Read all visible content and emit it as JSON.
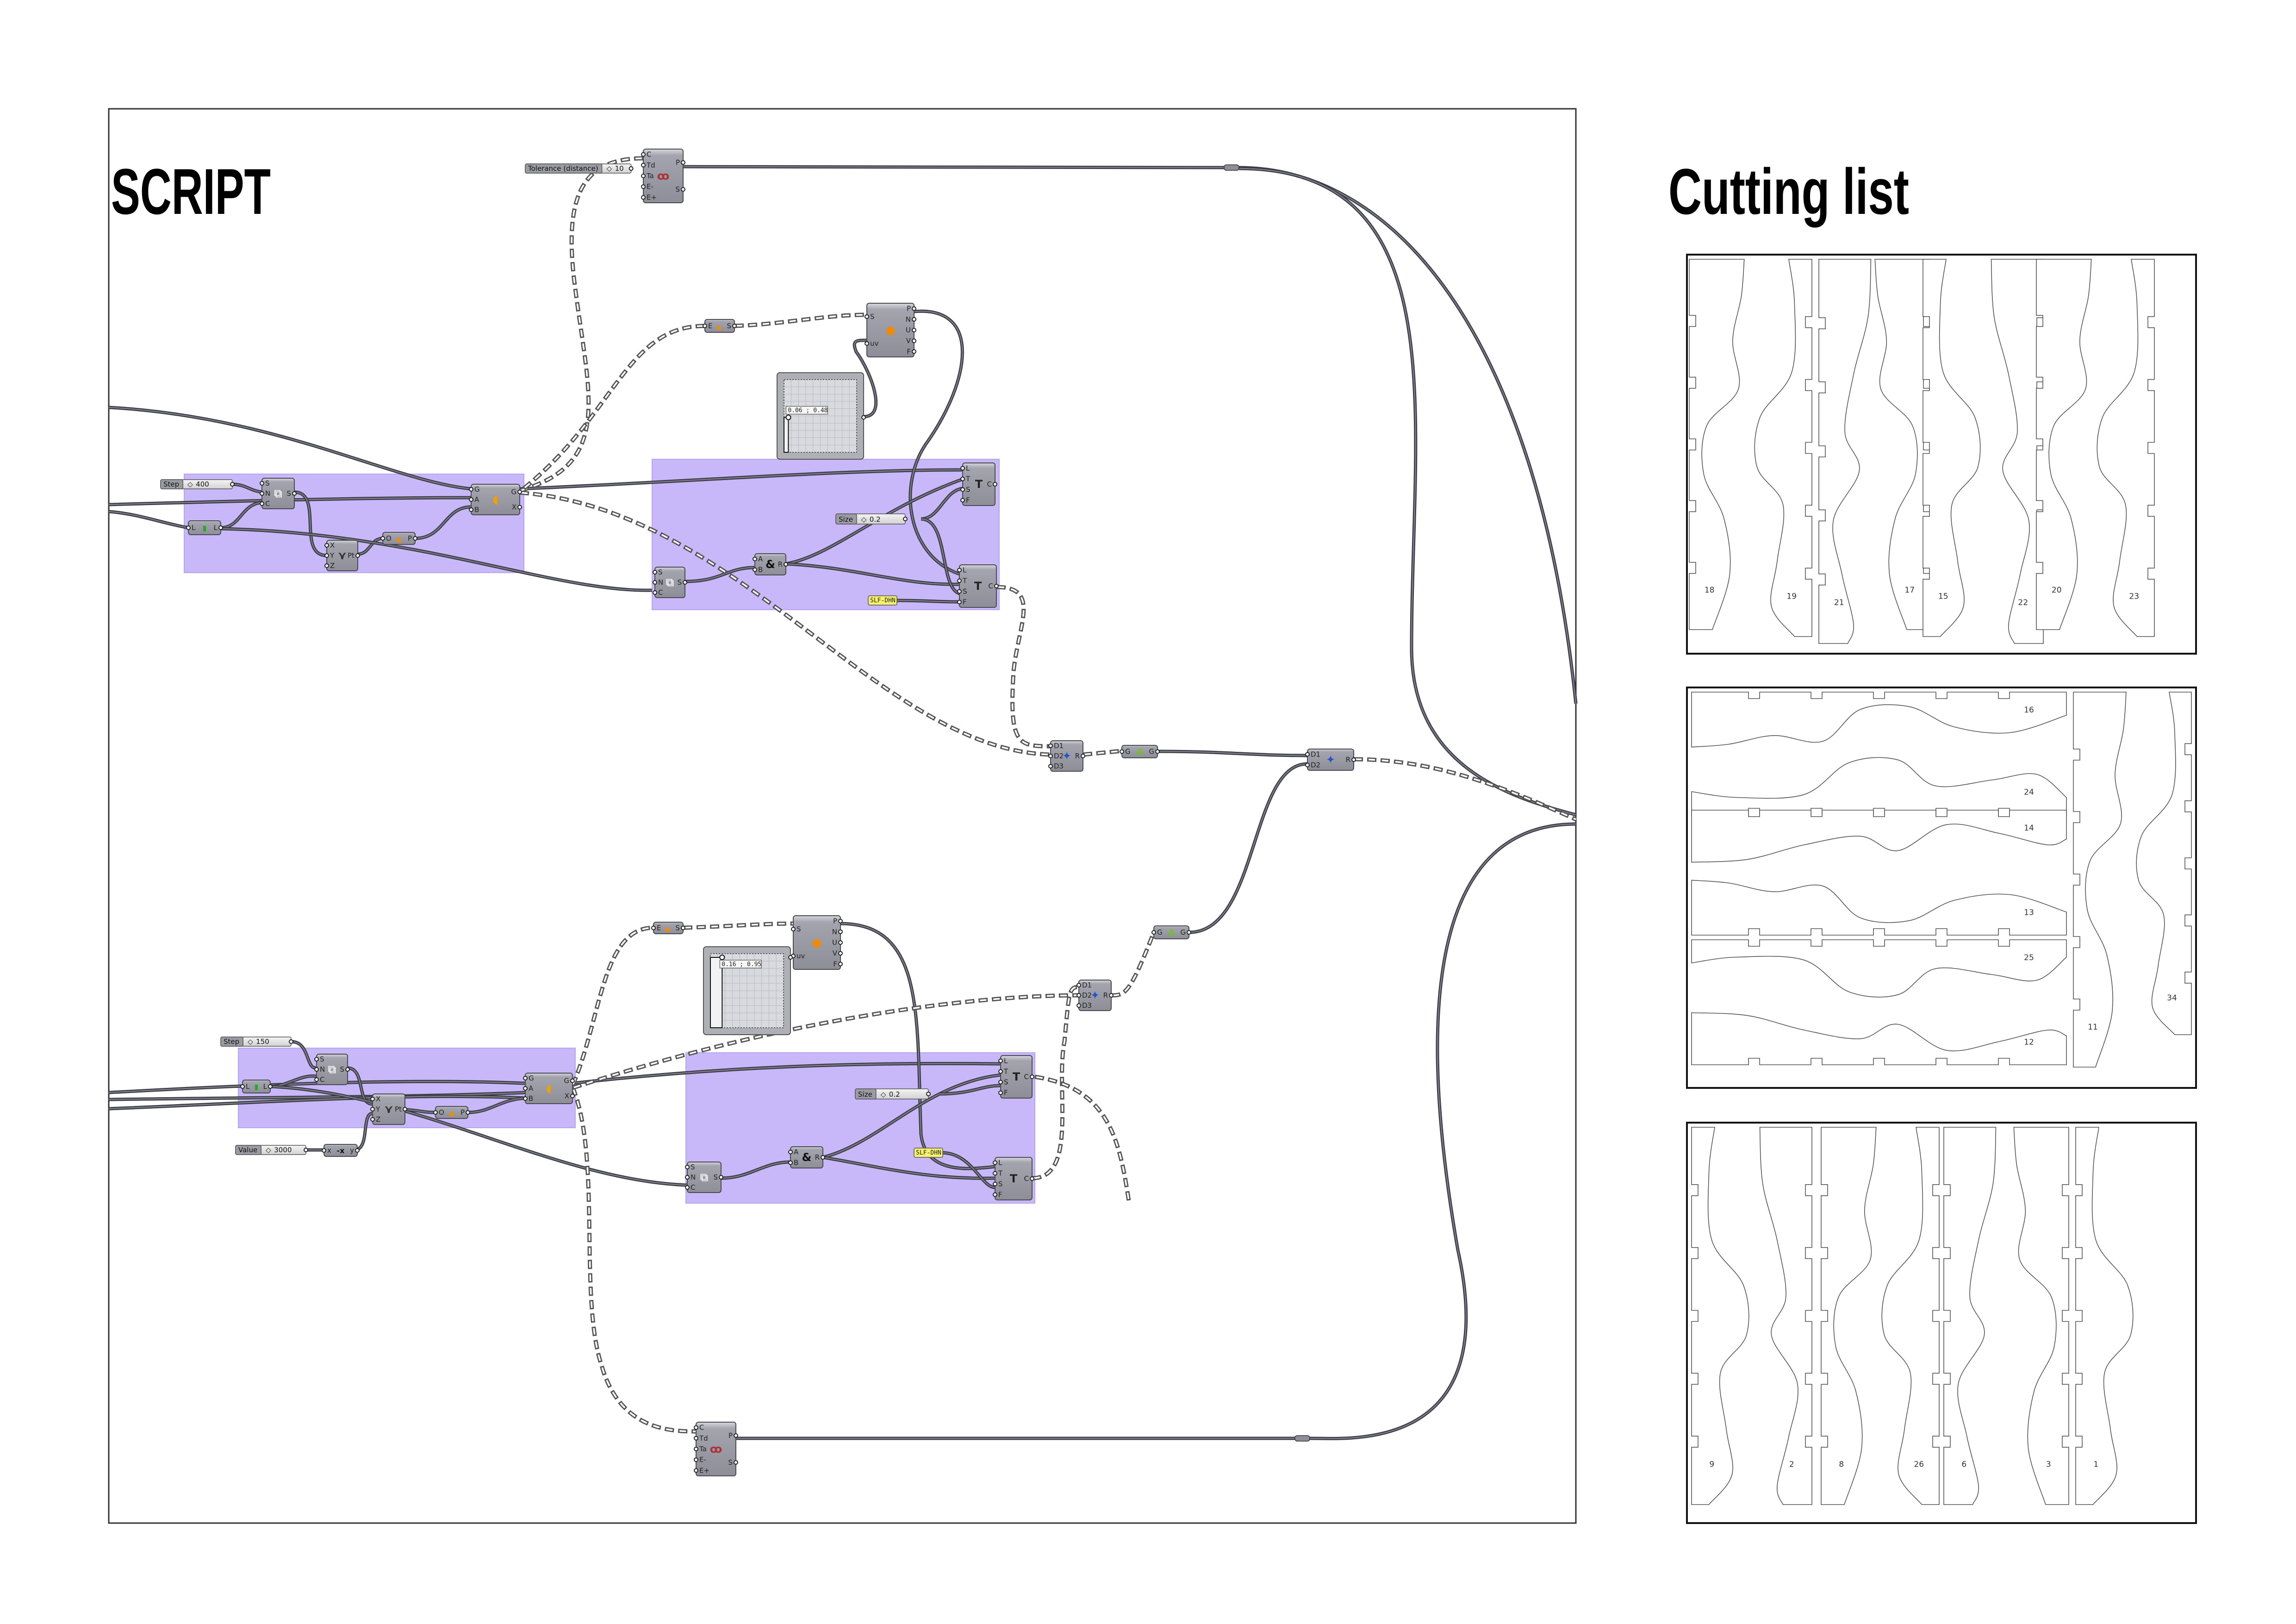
{
  "titles": {
    "script": "SCRIPT",
    "cutting_list": "Cutting list"
  },
  "colors": {
    "group": "#c8b8fa",
    "group_border": "#b7a6ee",
    "node": "#9c9ca6",
    "wire": "#555555",
    "panel": "#f7f26a"
  },
  "script": {
    "sliders": [
      {
        "id": "tol",
        "label": "Tolerance (distance)",
        "value": "10"
      },
      {
        "id": "step1",
        "label": "Step",
        "value": "400"
      },
      {
        "id": "size1",
        "label": "Size",
        "value": "0.2"
      },
      {
        "id": "step2",
        "label": "Step",
        "value": "150"
      },
      {
        "id": "value2",
        "label": "Value",
        "value": "3000"
      },
      {
        "id": "size2",
        "label": "Size",
        "value": "0.2"
      }
    ],
    "panels": [
      {
        "id": "panel1",
        "text": "SLF-DHN"
      },
      {
        "id": "panel2",
        "text": "SLF-DHN"
      }
    ],
    "md_sliders": [
      {
        "id": "md1",
        "readout": "0.06 ; 0.48",
        "u": 0.06,
        "v": 0.48
      },
      {
        "id": "md2",
        "readout": "0.16 ; 0.95",
        "u": 0.16,
        "v": 0.95
      }
    ],
    "nodes": [
      {
        "id": "curve_top",
        "icon": "curve-fit",
        "inputs": [
          "C",
          "Td",
          "Ta",
          "E-",
          "E+"
        ],
        "outputs": [
          "P",
          "S"
        ]
      },
      {
        "id": "esrf1",
        "icon": "edge-surface",
        "inputs": [
          "E"
        ],
        "outputs": [
          "S"
        ]
      },
      {
        "id": "eval1",
        "icon": "evaluate-surface",
        "inputs": [
          "S",
          "uv"
        ],
        "outputs": [
          "P",
          "N",
          "U",
          "V",
          "F"
        ]
      },
      {
        "id": "series1",
        "icon": "series",
        "inputs": [
          "S",
          "N",
          "C"
        ],
        "outputs": [
          "S"
        ]
      },
      {
        "id": "len1",
        "icon": "list-length",
        "inputs": [
          "L"
        ],
        "outputs": [
          "L"
        ]
      },
      {
        "id": "pt1",
        "icon": "construct-point",
        "inputs": [
          "X",
          "Y",
          "Z"
        ],
        "outputs": [
          "Pt"
        ]
      },
      {
        "id": "xy1",
        "icon": "xy-plane",
        "inputs": [
          "O"
        ],
        "outputs": [
          "P"
        ]
      },
      {
        "id": "align1",
        "icon": "orient",
        "inputs": [
          "G",
          "A",
          "B"
        ],
        "outputs": [
          "G",
          "X"
        ]
      },
      {
        "id": "series2",
        "icon": "series",
        "inputs": [
          "S",
          "N",
          "C"
        ],
        "outputs": [
          "S"
        ]
      },
      {
        "id": "and1",
        "icon": "concatenate",
        "inputs": [
          "A",
          "B"
        ],
        "outputs": [
          "R"
        ]
      },
      {
        "id": "tag1a",
        "icon": "text-tag",
        "inputs": [
          "L",
          "T",
          "S",
          "F"
        ],
        "outputs": [
          "C"
        ]
      },
      {
        "id": "tag1b",
        "icon": "text-tag",
        "inputs": [
          "L",
          "T",
          "S",
          "F"
        ],
        "outputs": [
          "C"
        ]
      },
      {
        "id": "merge1",
        "icon": "merge",
        "inputs": [
          "D1",
          "D2",
          "D3"
        ],
        "outputs": [
          "R"
        ]
      },
      {
        "id": "flat1",
        "icon": "flatten",
        "inputs": [
          "G"
        ],
        "outputs": [
          "G"
        ]
      },
      {
        "id": "merge2",
        "icon": "merge",
        "inputs": [
          "D1",
          "D2"
        ],
        "outputs": [
          "R"
        ]
      },
      {
        "id": "esrf2",
        "icon": "edge-surface",
        "inputs": [
          "E"
        ],
        "outputs": [
          "S"
        ]
      },
      {
        "id": "eval2",
        "icon": "evaluate-surface",
        "inputs": [
          "S",
          "uv"
        ],
        "outputs": [
          "P",
          "N",
          "U",
          "V",
          "F"
        ]
      },
      {
        "id": "series3",
        "icon": "series",
        "inputs": [
          "S",
          "N",
          "C"
        ],
        "outputs": [
          "S"
        ]
      },
      {
        "id": "len2",
        "icon": "list-length",
        "inputs": [
          "L"
        ],
        "outputs": [
          "L"
        ]
      },
      {
        "id": "pt2",
        "icon": "construct-point",
        "inputs": [
          "X",
          "Y",
          "Z"
        ],
        "outputs": [
          "Pt"
        ]
      },
      {
        "id": "xy2",
        "icon": "xy-plane",
        "inputs": [
          "O"
        ],
        "outputs": [
          "P"
        ]
      },
      {
        "id": "align2",
        "icon": "orient",
        "inputs": [
          "G",
          "A",
          "B"
        ],
        "outputs": [
          "G",
          "X"
        ]
      },
      {
        "id": "neg",
        "icon": "negative",
        "inputs": [
          "x"
        ],
        "outputs": [
          "y"
        ]
      },
      {
        "id": "series4",
        "icon": "series",
        "inputs": [
          "S",
          "N",
          "C"
        ],
        "outputs": [
          "S"
        ]
      },
      {
        "id": "and2",
        "icon": "concatenate",
        "inputs": [
          "A",
          "B"
        ],
        "outputs": [
          "R"
        ]
      },
      {
        "id": "tag2a",
        "icon": "text-tag",
        "inputs": [
          "L",
          "T",
          "S",
          "F"
        ],
        "outputs": [
          "C"
        ]
      },
      {
        "id": "tag2b",
        "icon": "text-tag",
        "inputs": [
          "L",
          "T",
          "S",
          "F"
        ],
        "outputs": [
          "C"
        ]
      },
      {
        "id": "merge3",
        "icon": "merge",
        "inputs": [
          "D1",
          "D2",
          "D3"
        ],
        "outputs": [
          "R"
        ]
      },
      {
        "id": "flat2",
        "icon": "flatten",
        "inputs": [
          "G"
        ],
        "outputs": [
          "G"
        ]
      },
      {
        "id": "curve_bot",
        "icon": "curve-fit",
        "inputs": [
          "C",
          "Td",
          "Ta",
          "E-",
          "E+"
        ],
        "outputs": [
          "P",
          "S"
        ]
      }
    ]
  },
  "cutting_list": {
    "sheets": [
      {
        "parts": [
          "18",
          "19",
          "21",
          "17",
          "15",
          "22",
          "20",
          "23"
        ]
      },
      {
        "parts": [
          "16",
          "24",
          "14",
          "13",
          "25",
          "12",
          "11",
          "34"
        ]
      },
      {
        "parts": [
          "9",
          "2",
          "8",
          "26",
          "6",
          "3",
          "1"
        ]
      }
    ]
  }
}
